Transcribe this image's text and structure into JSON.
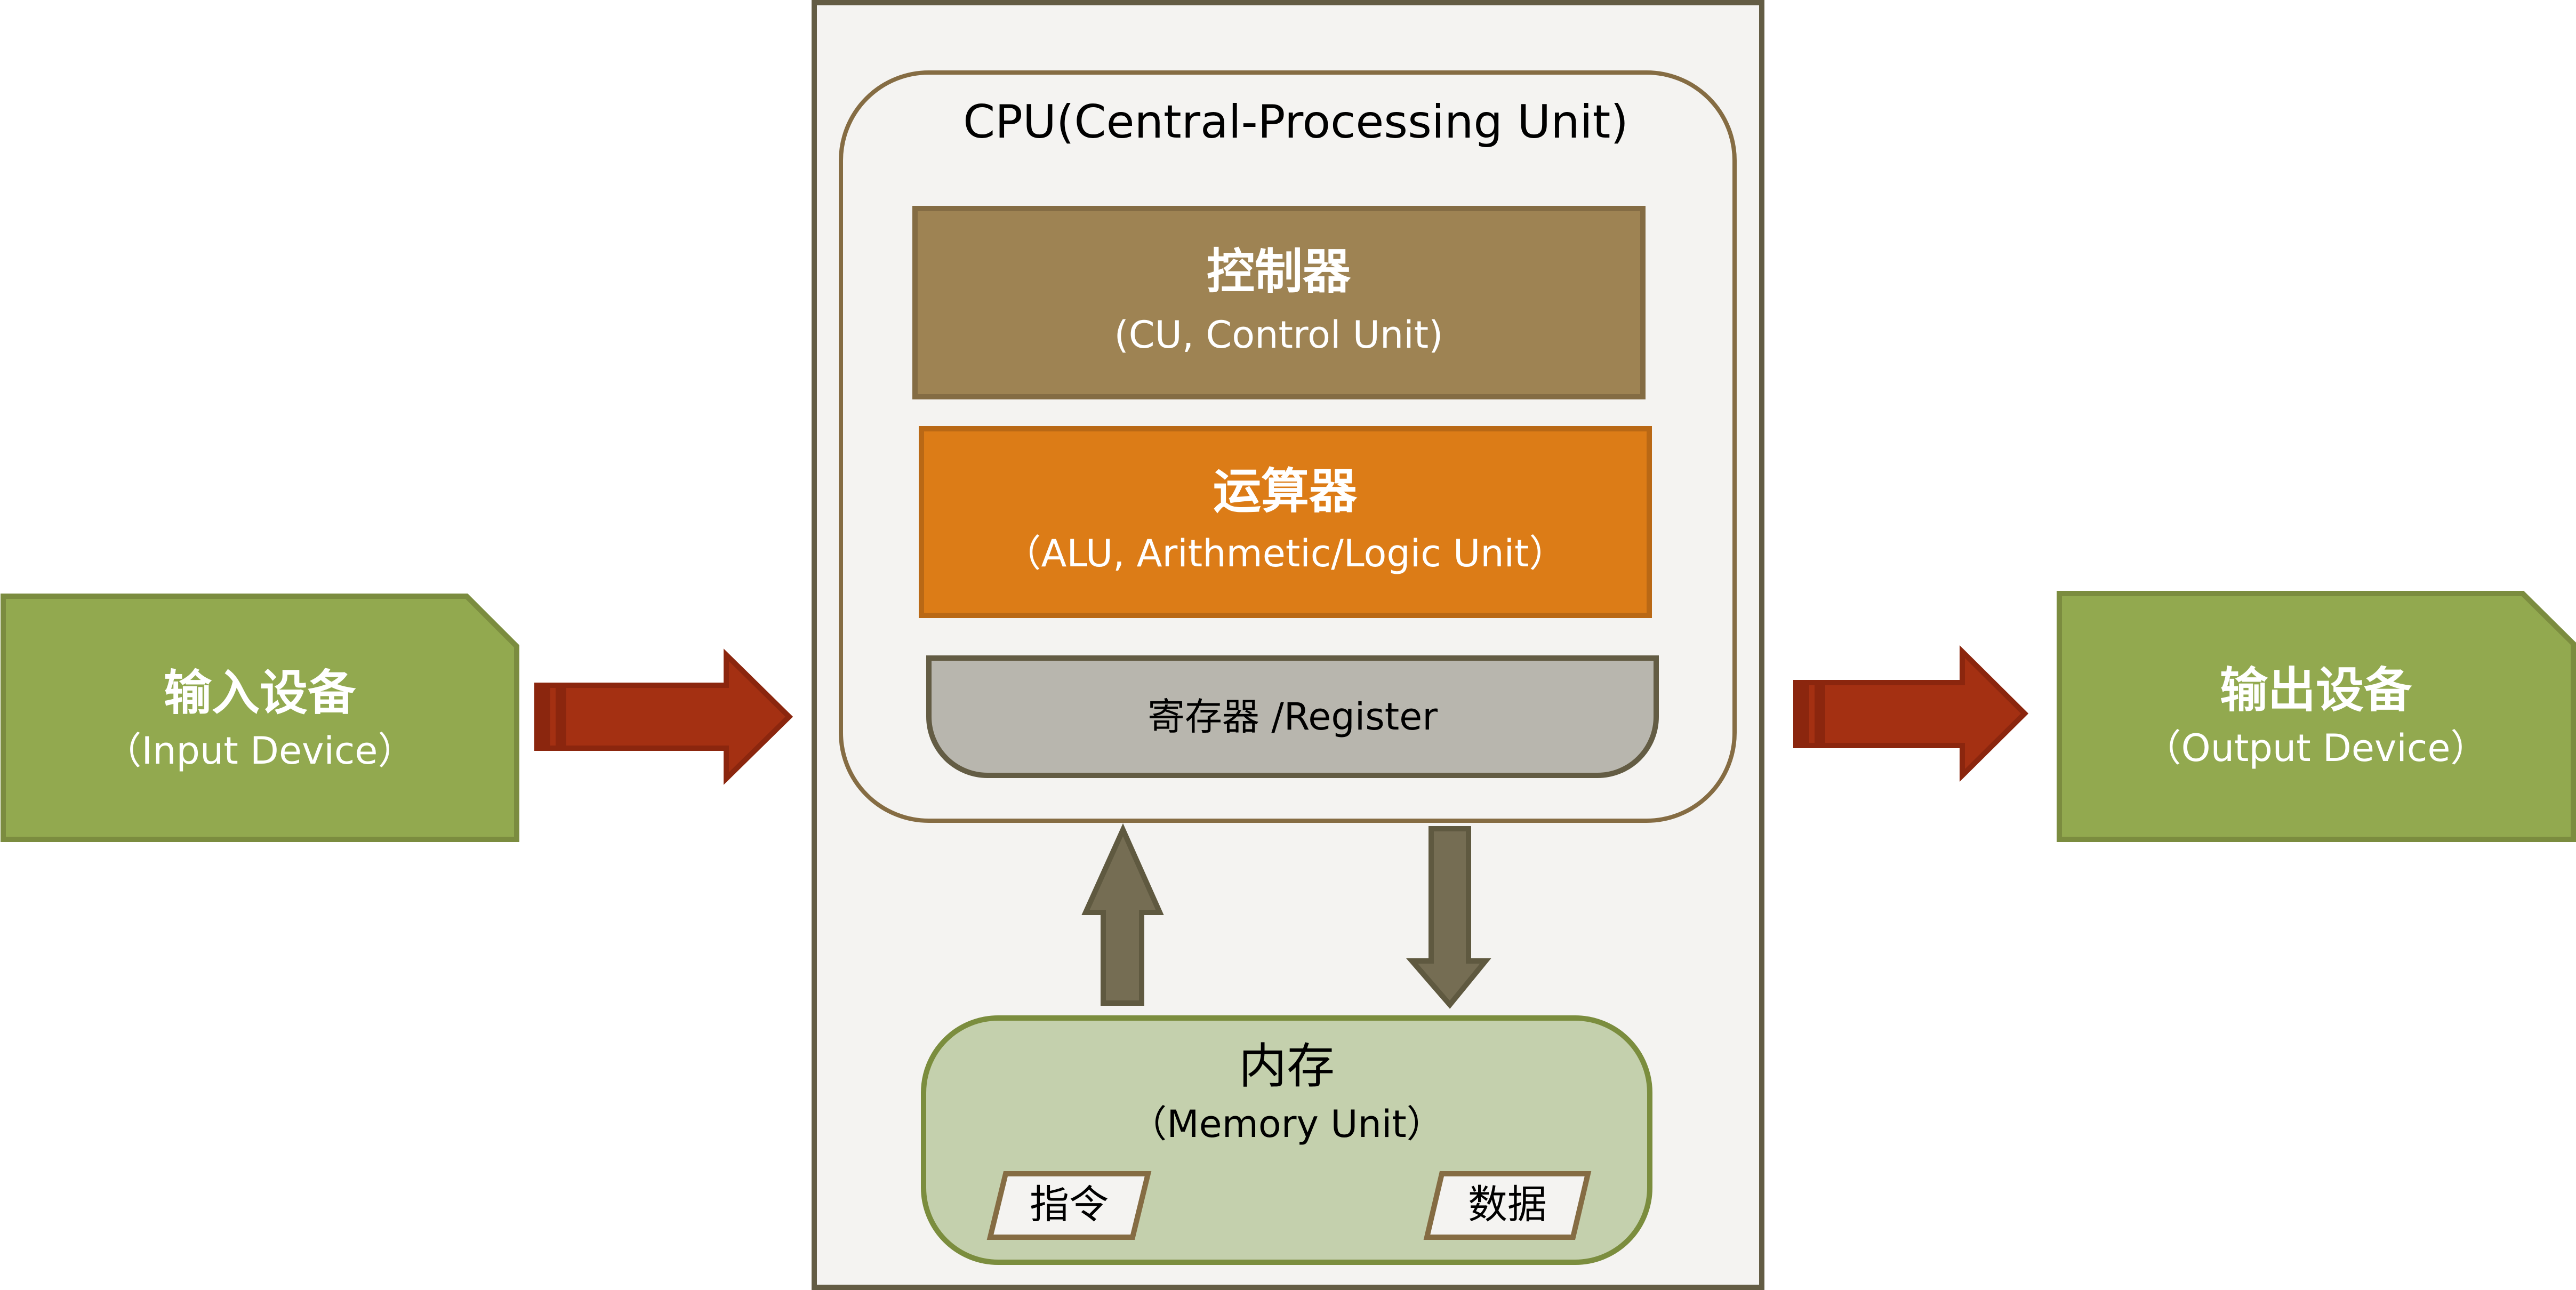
{
  "title": "Computer architecture: CPU, memory and I/O devices",
  "colors": {
    "device_fill": "#92a94f",
    "device_stroke": "#7b8c3f",
    "io_arrow_fill": "#a43012",
    "io_arrow_stroke": "#8b260e",
    "outer_fill": "#f4f3f1",
    "outer_stroke": "#635c44",
    "cpu_stroke": "#856c43",
    "control_fill": "#9e8353",
    "control_stroke": "#846c44",
    "alu_fill": "#dc7c17",
    "alu_stroke": "#b96815",
    "register_fill": "#b8b6ae",
    "register_stroke": "#635c44",
    "bus_arrow_fill": "#756d53",
    "bus_arrow_stroke": "#5f5940",
    "memory_fill": "#c4d0ad",
    "memory_stroke": "#7b8d3e",
    "tag_fill": "#f4f3f1",
    "tag_stroke": "#856c43"
  },
  "input_device": {
    "title": "输入设备",
    "subtitle": "（Input Device）"
  },
  "output_device": {
    "title": "输出设备",
    "subtitle": "（Output Device）"
  },
  "cpu": {
    "title": "CPU(Central-Processing Unit)",
    "control_unit": {
      "title": "控制器",
      "subtitle": "(CU, Control Unit)"
    },
    "alu": {
      "title": "运算器",
      "subtitle": "（ALU, Arithmetic/Logic Unit）"
    },
    "register": {
      "label": "寄存器 /Register"
    }
  },
  "memory": {
    "title": "内存",
    "subtitle": "（Memory Unit）",
    "tags": [
      {
        "label": "指令"
      },
      {
        "label": "数据"
      }
    ]
  },
  "arrows": {
    "input_to_cpu": "input-flow",
    "cpu_to_output": "output-flow",
    "memory_to_cpu": "up",
    "cpu_to_memory": "down"
  }
}
